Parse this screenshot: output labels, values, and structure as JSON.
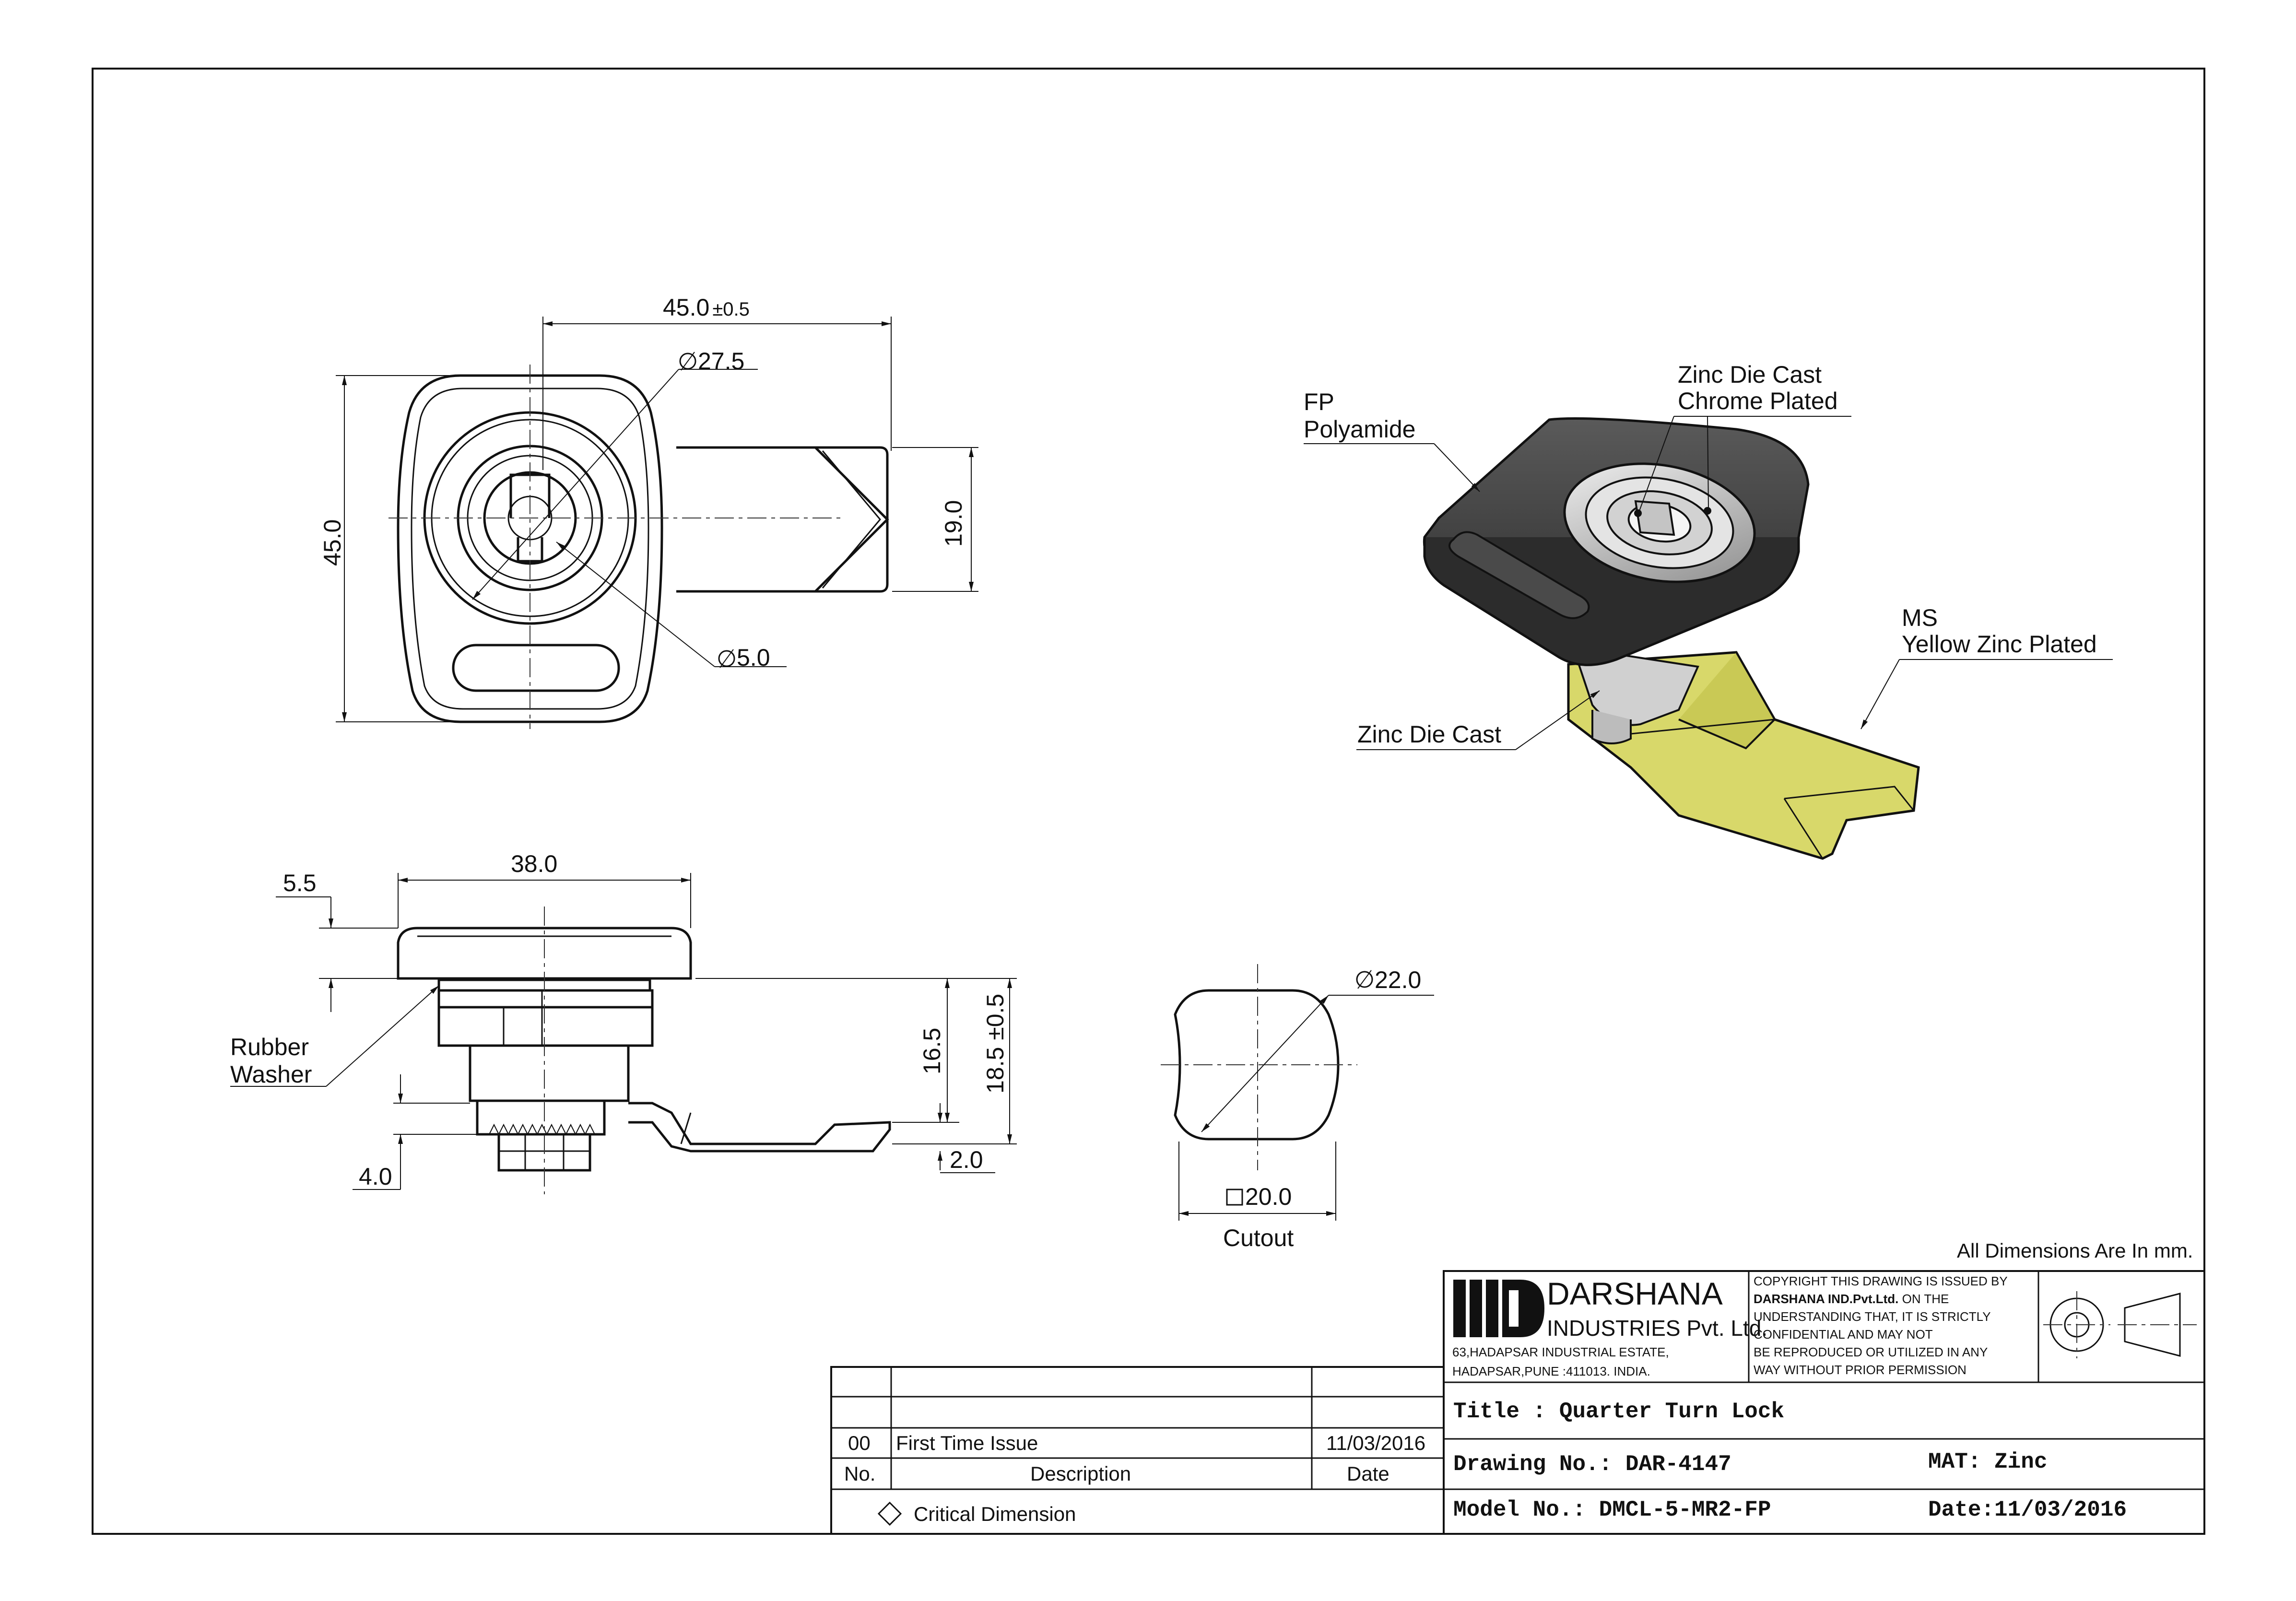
{
  "front_view": {
    "width_dim": "45.0",
    "width_tol": "±0.5",
    "height_dim": "45.0",
    "bezel_dia": "27.5",
    "key_dia": "5.0",
    "cam_width_dim": "19.0"
  },
  "side_view": {
    "overall_dim": "38.0",
    "flange_dim": "5.5",
    "grip_dim": "16.5",
    "cam_offset_dim": "18.5 ±0.5",
    "nut_dim": "4.0",
    "cam_thk_dim": "2.0",
    "rubber_washer_line1": "Rubber",
    "rubber_washer_line2": "Washer"
  },
  "cutout": {
    "dia_dim": "22.0",
    "square_dim": "20.0",
    "label": "Cutout"
  },
  "callouts": {
    "fp_line1": "FP",
    "fp_line2": "Polyamide",
    "zinc_chrome_line1": "Zinc Die Cast",
    "zinc_chrome_line2": "Chrome Plated",
    "ms_line1": "MS",
    "ms_line2": "Yellow Zinc Plated",
    "zinc_die_cast": "Zinc Die Cast"
  },
  "units_note": "All Dimensions Are In mm.",
  "company": {
    "name": "DARSHANA",
    "subname": "INDUSTRIES Pvt. Ltd.",
    "address_line1": "63,HADAPSAR INDUSTRIAL ESTATE,",
    "address_line2": "HADAPSAR,PUNE :411013. INDIA."
  },
  "copyright": {
    "line1": "COPYRIGHT THIS DRAWING IS ISSUED BY",
    "line2_bold": "DARSHANA IND.Pvt.Ltd.",
    "line2_rest": " ON THE",
    "line3": "UNDERSTANDING THAT, IT IS STRICTLY",
    "line4": "CONFIDENTIAL AND MAY NOT",
    "line5": "BE REPRODUCED OR UTILIZED IN ANY",
    "line6": "WAY WITHOUT PRIOR PERMISSION"
  },
  "title_block": {
    "title": "Title : Quarter Turn Lock",
    "drawing_no": "Drawing No.: DAR-4147",
    "material": "MAT: Zinc",
    "model_no": "Model No.: DMCL-5-MR2-FP",
    "date": "Date:11/03/2016"
  },
  "revision_table": {
    "rows": [
      {
        "no": "",
        "description": "",
        "date": ""
      },
      {
        "no": "00",
        "description": "First Time Issue",
        "date": "11/03/2016"
      }
    ],
    "header": {
      "no": "No.",
      "description": "Description",
      "date": "Date"
    },
    "critical_note": "Critical Dimension"
  },
  "colors": {
    "bezel": "#3a3a3a",
    "chrome": "#c8c8c8",
    "cam": "#d8d86a",
    "line": "#111111"
  }
}
